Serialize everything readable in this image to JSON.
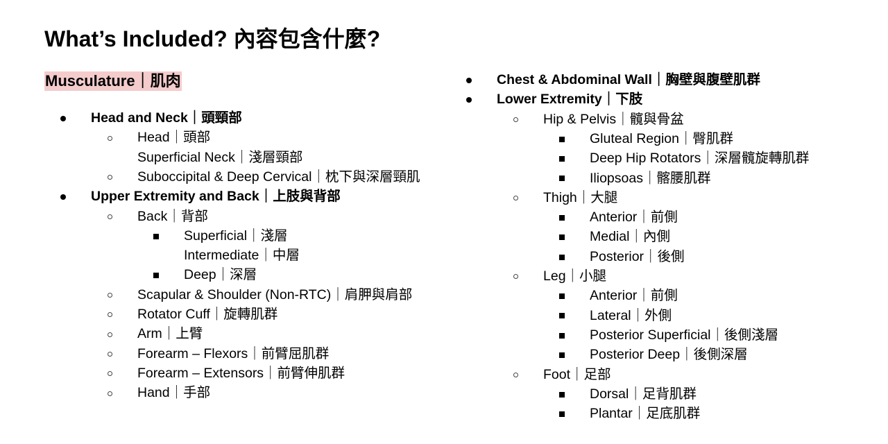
{
  "page": {
    "title": "What’s Included? 內容包含什麼?",
    "section_heading": "Musculature｜肌肉",
    "highlight_color": "#f4cccc"
  },
  "left_column": [
    {
      "level": 1,
      "bullet": "disc",
      "text": "Head and Neck｜頭頸部"
    },
    {
      "level": 2,
      "bullet": "circle",
      "text": "Head｜頭部"
    },
    {
      "level": 2,
      "bullet": "none",
      "text": "Superficial Neck｜淺層頸部"
    },
    {
      "level": 2,
      "bullet": "circle",
      "text": "Suboccipital & Deep Cervical｜枕下與深層頸肌"
    },
    {
      "level": 1,
      "bullet": "disc",
      "text": "Upper Extremity and Back｜上肢與背部"
    },
    {
      "level": 2,
      "bullet": "circle",
      "text": "Back｜背部"
    },
    {
      "level": 3,
      "bullet": "square",
      "text": "Superficial｜淺層"
    },
    {
      "level": 3,
      "bullet": "none",
      "text": "Intermediate｜中層"
    },
    {
      "level": 3,
      "bullet": "square",
      "text": "Deep｜深層"
    },
    {
      "level": 2,
      "bullet": "circle",
      "text": "Scapular & Shoulder (Non-RTC)｜肩胛與肩部"
    },
    {
      "level": 2,
      "bullet": "circle",
      "text": "Rotator Cuff｜旋轉肌群"
    },
    {
      "level": 2,
      "bullet": "circle",
      "text": "Arm｜上臂"
    },
    {
      "level": 2,
      "bullet": "circle",
      "text": "Forearm – Flexors｜前臂屈肌群"
    },
    {
      "level": 2,
      "bullet": "circle",
      "text": "Forearm – Extensors｜前臂伸肌群"
    },
    {
      "level": 2,
      "bullet": "circle",
      "text": "Hand｜手部"
    }
  ],
  "right_column": [
    {
      "level": 1,
      "bullet": "disc",
      "text": "Chest & Abdominal Wall｜胸壁與腹壁肌群"
    },
    {
      "level": 1,
      "bullet": "disc",
      "text": "Lower Extremity｜下肢"
    },
    {
      "level": 2,
      "bullet": "circle",
      "text": "Hip & Pelvis｜髖與骨盆"
    },
    {
      "level": 3,
      "bullet": "square",
      "text": "Gluteal Region｜臀肌群"
    },
    {
      "level": 3,
      "bullet": "square",
      "text": "Deep Hip Rotators｜深層髖旋轉肌群"
    },
    {
      "level": 3,
      "bullet": "square",
      "text": "Iliopsoas｜髂腰肌群"
    },
    {
      "level": 2,
      "bullet": "circle",
      "text": "Thigh｜大腿"
    },
    {
      "level": 3,
      "bullet": "square",
      "text": "Anterior｜前側"
    },
    {
      "level": 3,
      "bullet": "square",
      "text": "Medial｜內側"
    },
    {
      "level": 3,
      "bullet": "square",
      "text": "Posterior｜後側"
    },
    {
      "level": 2,
      "bullet": "circle",
      "text": "Leg｜小腿"
    },
    {
      "level": 3,
      "bullet": "square",
      "text": "Anterior｜前側"
    },
    {
      "level": 3,
      "bullet": "square",
      "text": "Lateral｜外側"
    },
    {
      "level": 3,
      "bullet": "square",
      "text": "Posterior Superficial｜後側淺層"
    },
    {
      "level": 3,
      "bullet": "square",
      "text": "Posterior Deep｜後側深層"
    },
    {
      "level": 2,
      "bullet": "circle",
      "text": "Foot｜足部"
    },
    {
      "level": 3,
      "bullet": "square",
      "text": "Dorsal｜足背肌群"
    },
    {
      "level": 3,
      "bullet": "square",
      "text": "Plantar｜足底肌群"
    }
  ]
}
